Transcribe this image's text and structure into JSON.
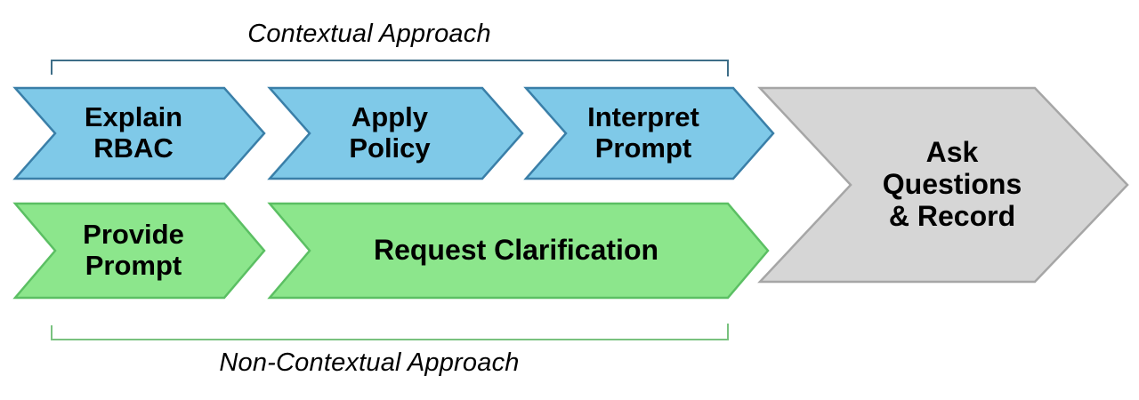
{
  "diagram": {
    "title_top": "Contextual Approach",
    "title_bottom": "Non-Contextual Approach",
    "colors": {
      "blue_fill": "#7FC9E8",
      "blue_stroke": "#3A7FA8",
      "green_fill": "#8CE68C",
      "green_stroke": "#5BBF63",
      "grey_fill": "#D6D6D6",
      "grey_stroke": "#A6A6A6",
      "bracket_blue": "#3E6E88",
      "bracket_green": "#79C27F",
      "text": "#000000",
      "background": "#FFFFFF"
    },
    "top_row": {
      "bracket_label": "Contextual Approach",
      "steps": [
        {
          "label": "Explain\nRBAC"
        },
        {
          "label": "Apply\nPolicy"
        },
        {
          "label": "Interpret\nPrompt"
        }
      ]
    },
    "bottom_row": {
      "bracket_label": "Non-Contextual Approach",
      "steps": [
        {
          "label": "Provide\nPrompt"
        },
        {
          "label": "Request Clarification"
        }
      ]
    },
    "terminal": {
      "label": "Ask\nQuestions\n& Record"
    }
  }
}
